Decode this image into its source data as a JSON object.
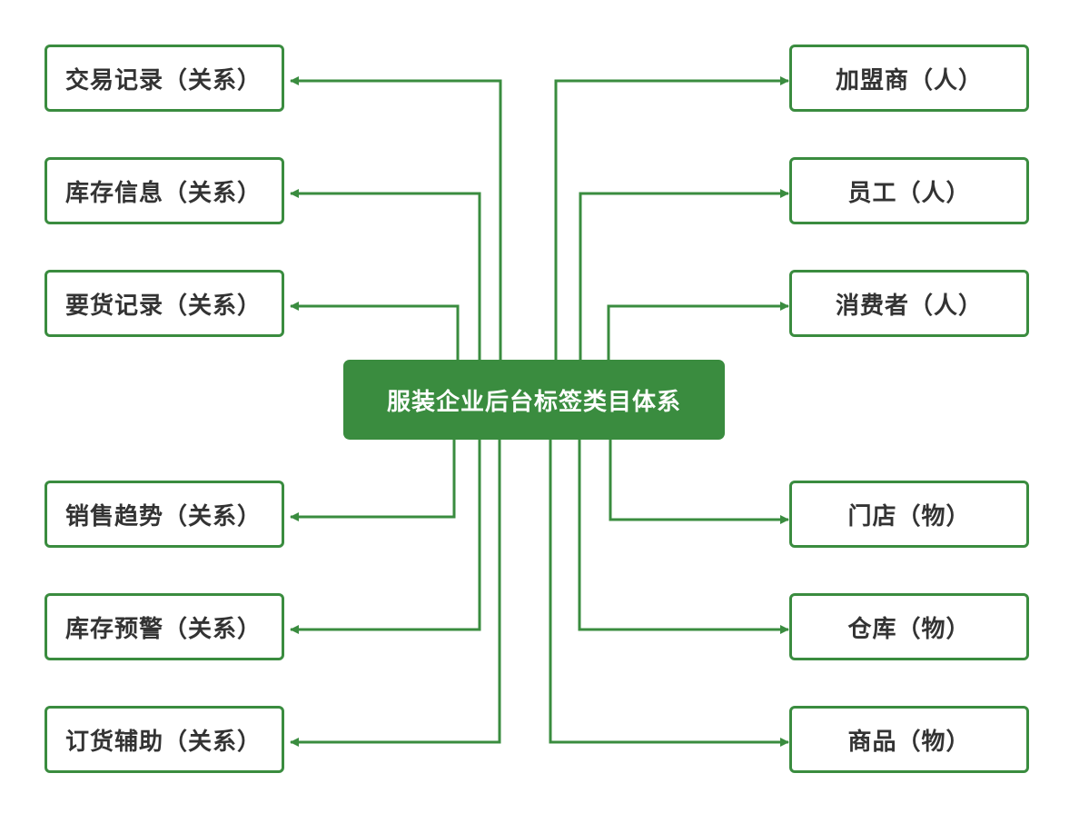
{
  "center": {
    "label": "服装企业后台标签类目体系"
  },
  "left_nodes": [
    {
      "label": "交易记录（关系）"
    },
    {
      "label": "库存信息（关系）"
    },
    {
      "label": "要货记录（关系）"
    },
    {
      "label": "销售趋势（关系）"
    },
    {
      "label": "库存预警（关系）"
    },
    {
      "label": "订货辅助（关系）"
    }
  ],
  "right_nodes": [
    {
      "label": "加盟商（人）"
    },
    {
      "label": "员工（人）"
    },
    {
      "label": "消费者（人）"
    },
    {
      "label": "门店（物）"
    },
    {
      "label": "仓库（物）"
    },
    {
      "label": "商品（物）"
    }
  ],
  "colors": {
    "accent": "#3a8c3f",
    "text": "#333333",
    "background": "#ffffff"
  }
}
